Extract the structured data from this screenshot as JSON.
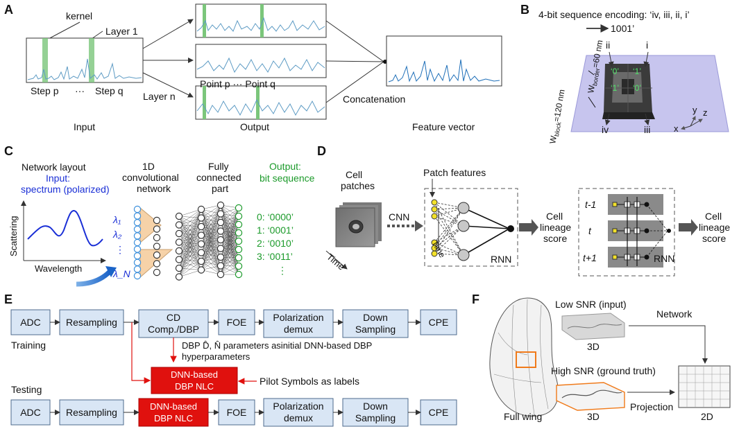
{
  "panelA": {
    "label": "A",
    "kernel": "kernel",
    "layer1": "Layer 1",
    "step_p": "Step p",
    "dots": "···",
    "step_q": "Step q",
    "layer_n": "Layer n",
    "point_pq": "Point p  ···  Point q",
    "concatenation": "Concatenation",
    "input": "Input",
    "output": "Output",
    "feature_vector": "Feature vector"
  },
  "panelB": {
    "label": "B",
    "title": "4-bit sequence encoding: ‘iv, iii, ii, i’",
    "code": "1001’",
    "wborder": "W",
    "wborder_sub": "border",
    "wborder_val": "=60 nm",
    "wblock": "W",
    "wblock_sub": "block",
    "wblock_val": "=120 nm",
    "ii": "ii",
    "i": "i",
    "iv": "iv",
    "iii": "iii",
    "b0a": "‘0’",
    "b1a": "‘1’",
    "b1b": "‘1’",
    "b0b": "‘0’",
    "x": "x",
    "y": "y",
    "z": "z"
  },
  "panelC": {
    "label": "C",
    "layout1": "Network layout",
    "layout2": "Input:",
    "layout3": "spectrum (polarized)",
    "conv1": "1D",
    "conv2": "convolutional",
    "conv3": "network",
    "fc1": "Fully",
    "fc2": "connected",
    "fc3": "part",
    "out1": "Output:",
    "out2": "bit sequence",
    "ylabel": "Scattering",
    "xlabel": "Wavelength",
    "l1": "λ₁",
    "l2": "λ₂",
    "lN": "λ_N",
    "bits": [
      "0: ‘0000’",
      "1: ‘0001’",
      "2: ‘0010’",
      "3: ‘0011’"
    ]
  },
  "panelD": {
    "label": "D",
    "cell_patches1": "Cell",
    "cell_patches2": "patches",
    "time1": "Time",
    "cnn": "CNN",
    "patch_features": "Patch features",
    "time2": "Time",
    "rnn1": "RNN",
    "score1a": "Cell",
    "score1b": "lineage",
    "score1c": "score",
    "t_minus": "t-1",
    "t": "t",
    "t_plus": "t+1",
    "rnn2": "RNN",
    "score2a": "Cell",
    "score2b": "lineage",
    "score2c": "score"
  },
  "panelE": {
    "label": "E",
    "top_boxes": [
      "ADC",
      "Resampling",
      "CD",
      "Comp./DBP",
      "FOE",
      "Polarization",
      "demux",
      "Down",
      "Sampling",
      "CPE"
    ],
    "training": "Training",
    "dbp_note1": "DBP D̂, N̂ parameters asinitial DNN-based DBP",
    "dbp_note2": "hyperparameters",
    "dnn1a": "DNN-based",
    "dnn1b": "DBP NLC",
    "pilot": "Pilot Symbols as labels",
    "testing": "Testing",
    "bottom_boxes": [
      "ADC",
      "Resampling",
      "DNN-based",
      "DBP NLC",
      "FOE",
      "Polarization",
      "demux",
      "Down",
      "Sampling",
      "CPE"
    ]
  },
  "panelF": {
    "label": "F",
    "low_snr": "Low SNR (input)",
    "network": "Network",
    "d3a": "3D",
    "high_snr": "High SNR (ground truth)",
    "projection": "Projection",
    "d3b": "3D",
    "d2": "2D",
    "full_wing": "Full wing"
  },
  "colors": {
    "box_fill": "#d9e6f5",
    "red_box": "#e0110e",
    "signal": "#5d9bc4",
    "kernel_green": "#7bc67b",
    "input_blue": "#1a2fd6",
    "output_green": "#1b9a2a"
  }
}
